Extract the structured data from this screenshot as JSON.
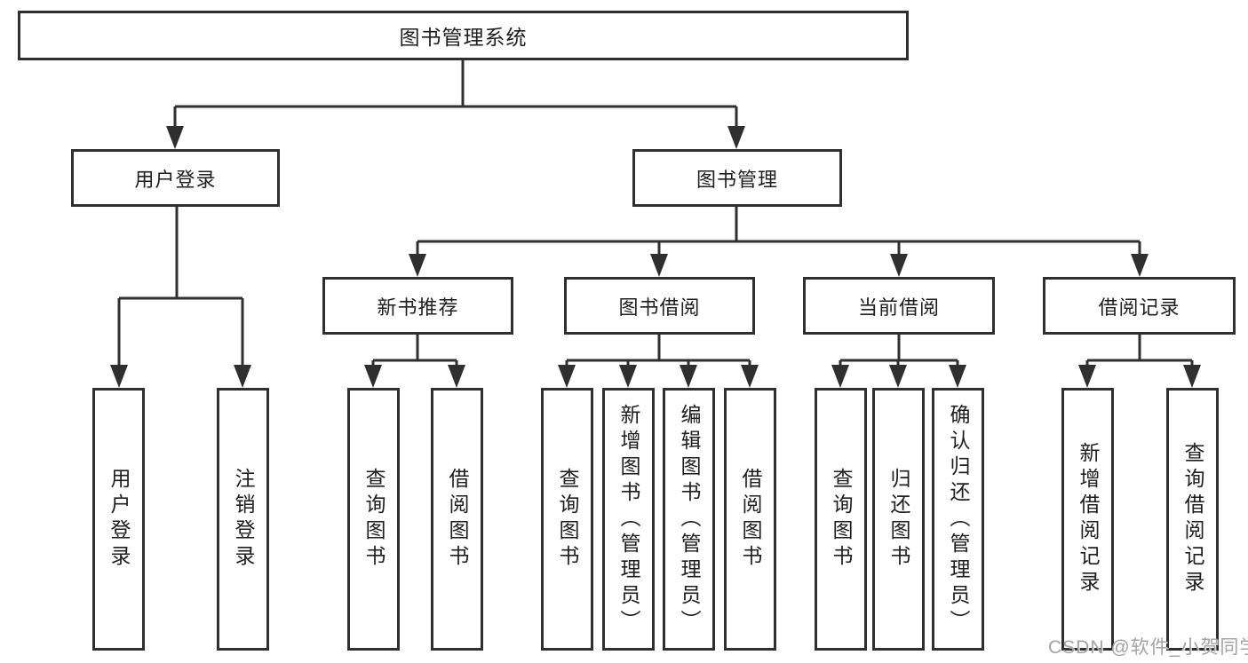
{
  "diagram": {
    "root": {
      "label": "图书管理系统"
    },
    "branches": [
      {
        "label": "用户登录",
        "children": [
          {
            "label": "用户登录"
          },
          {
            "label": "注销登录"
          }
        ]
      },
      {
        "label": "图书管理",
        "children": [
          {
            "label": "新书推荐",
            "children": [
              {
                "label": "查询图书"
              },
              {
                "label": "借阅图书"
              }
            ]
          },
          {
            "label": "图书借阅",
            "children": [
              {
                "label": "查询图书"
              },
              {
                "label": "新增图书（管理员）"
              },
              {
                "label": "编辑图书（管理员）"
              },
              {
                "label": "借阅图书"
              }
            ]
          },
          {
            "label": "当前借阅",
            "children": [
              {
                "label": "查询图书"
              },
              {
                "label": "归还图书"
              },
              {
                "label": "确认归还（管理员）"
              }
            ]
          },
          {
            "label": "借阅记录",
            "children": [
              {
                "label": "新增借阅记录"
              },
              {
                "label": "查询借阅记录"
              }
            ]
          }
        ]
      }
    ],
    "watermark": "CSDN @软件_小贺同学",
    "colors": {
      "line": "#2f2f2f",
      "text": "#1e1e1e",
      "watermark": "#a3a3a3",
      "background": "#ffffff"
    }
  }
}
